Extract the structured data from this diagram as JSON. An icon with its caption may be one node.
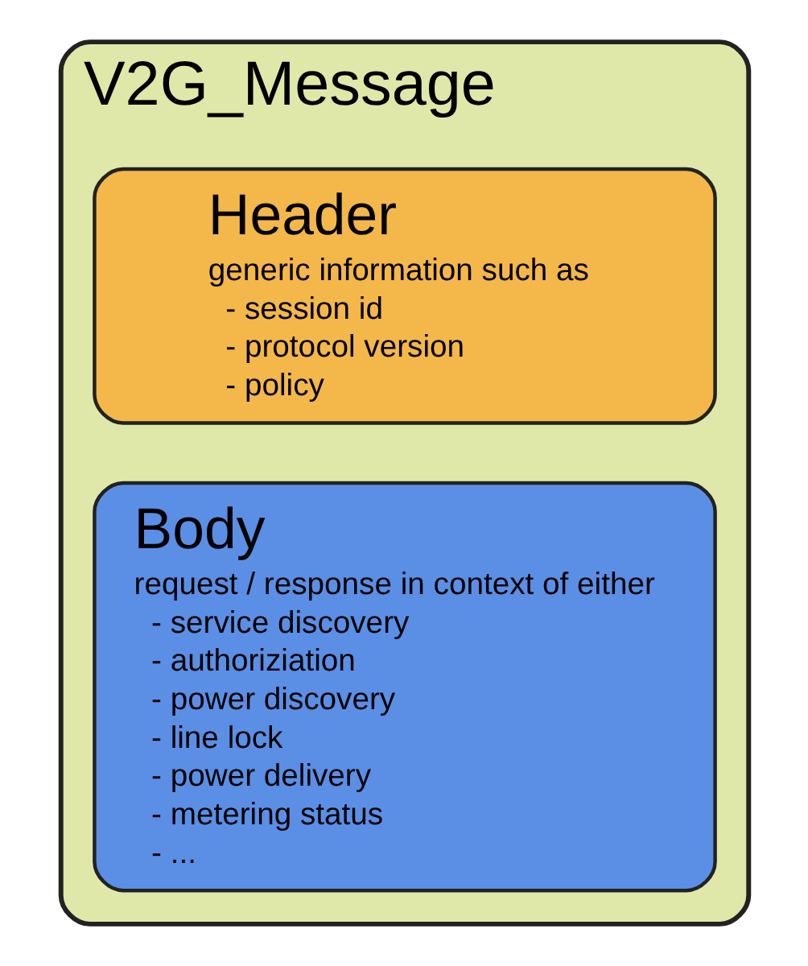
{
  "diagram": {
    "nodes": [
      {
        "text": [
          "V2G_Message"
        ]
      },
      {
        "text": [
          "Header",
          "generic information such as",
          "- session id",
          "- protocol version",
          "- policy"
        ],
        "in": 0
      },
      {
        "text": [
          "Body",
          "request / response in context of either",
          "- service discovery",
          "- authoriziation",
          "- power discovery",
          "- line lock",
          "- power delivery",
          "- metering status",
          "- ..."
        ],
        "in": 0
      }
    ]
  }
}
